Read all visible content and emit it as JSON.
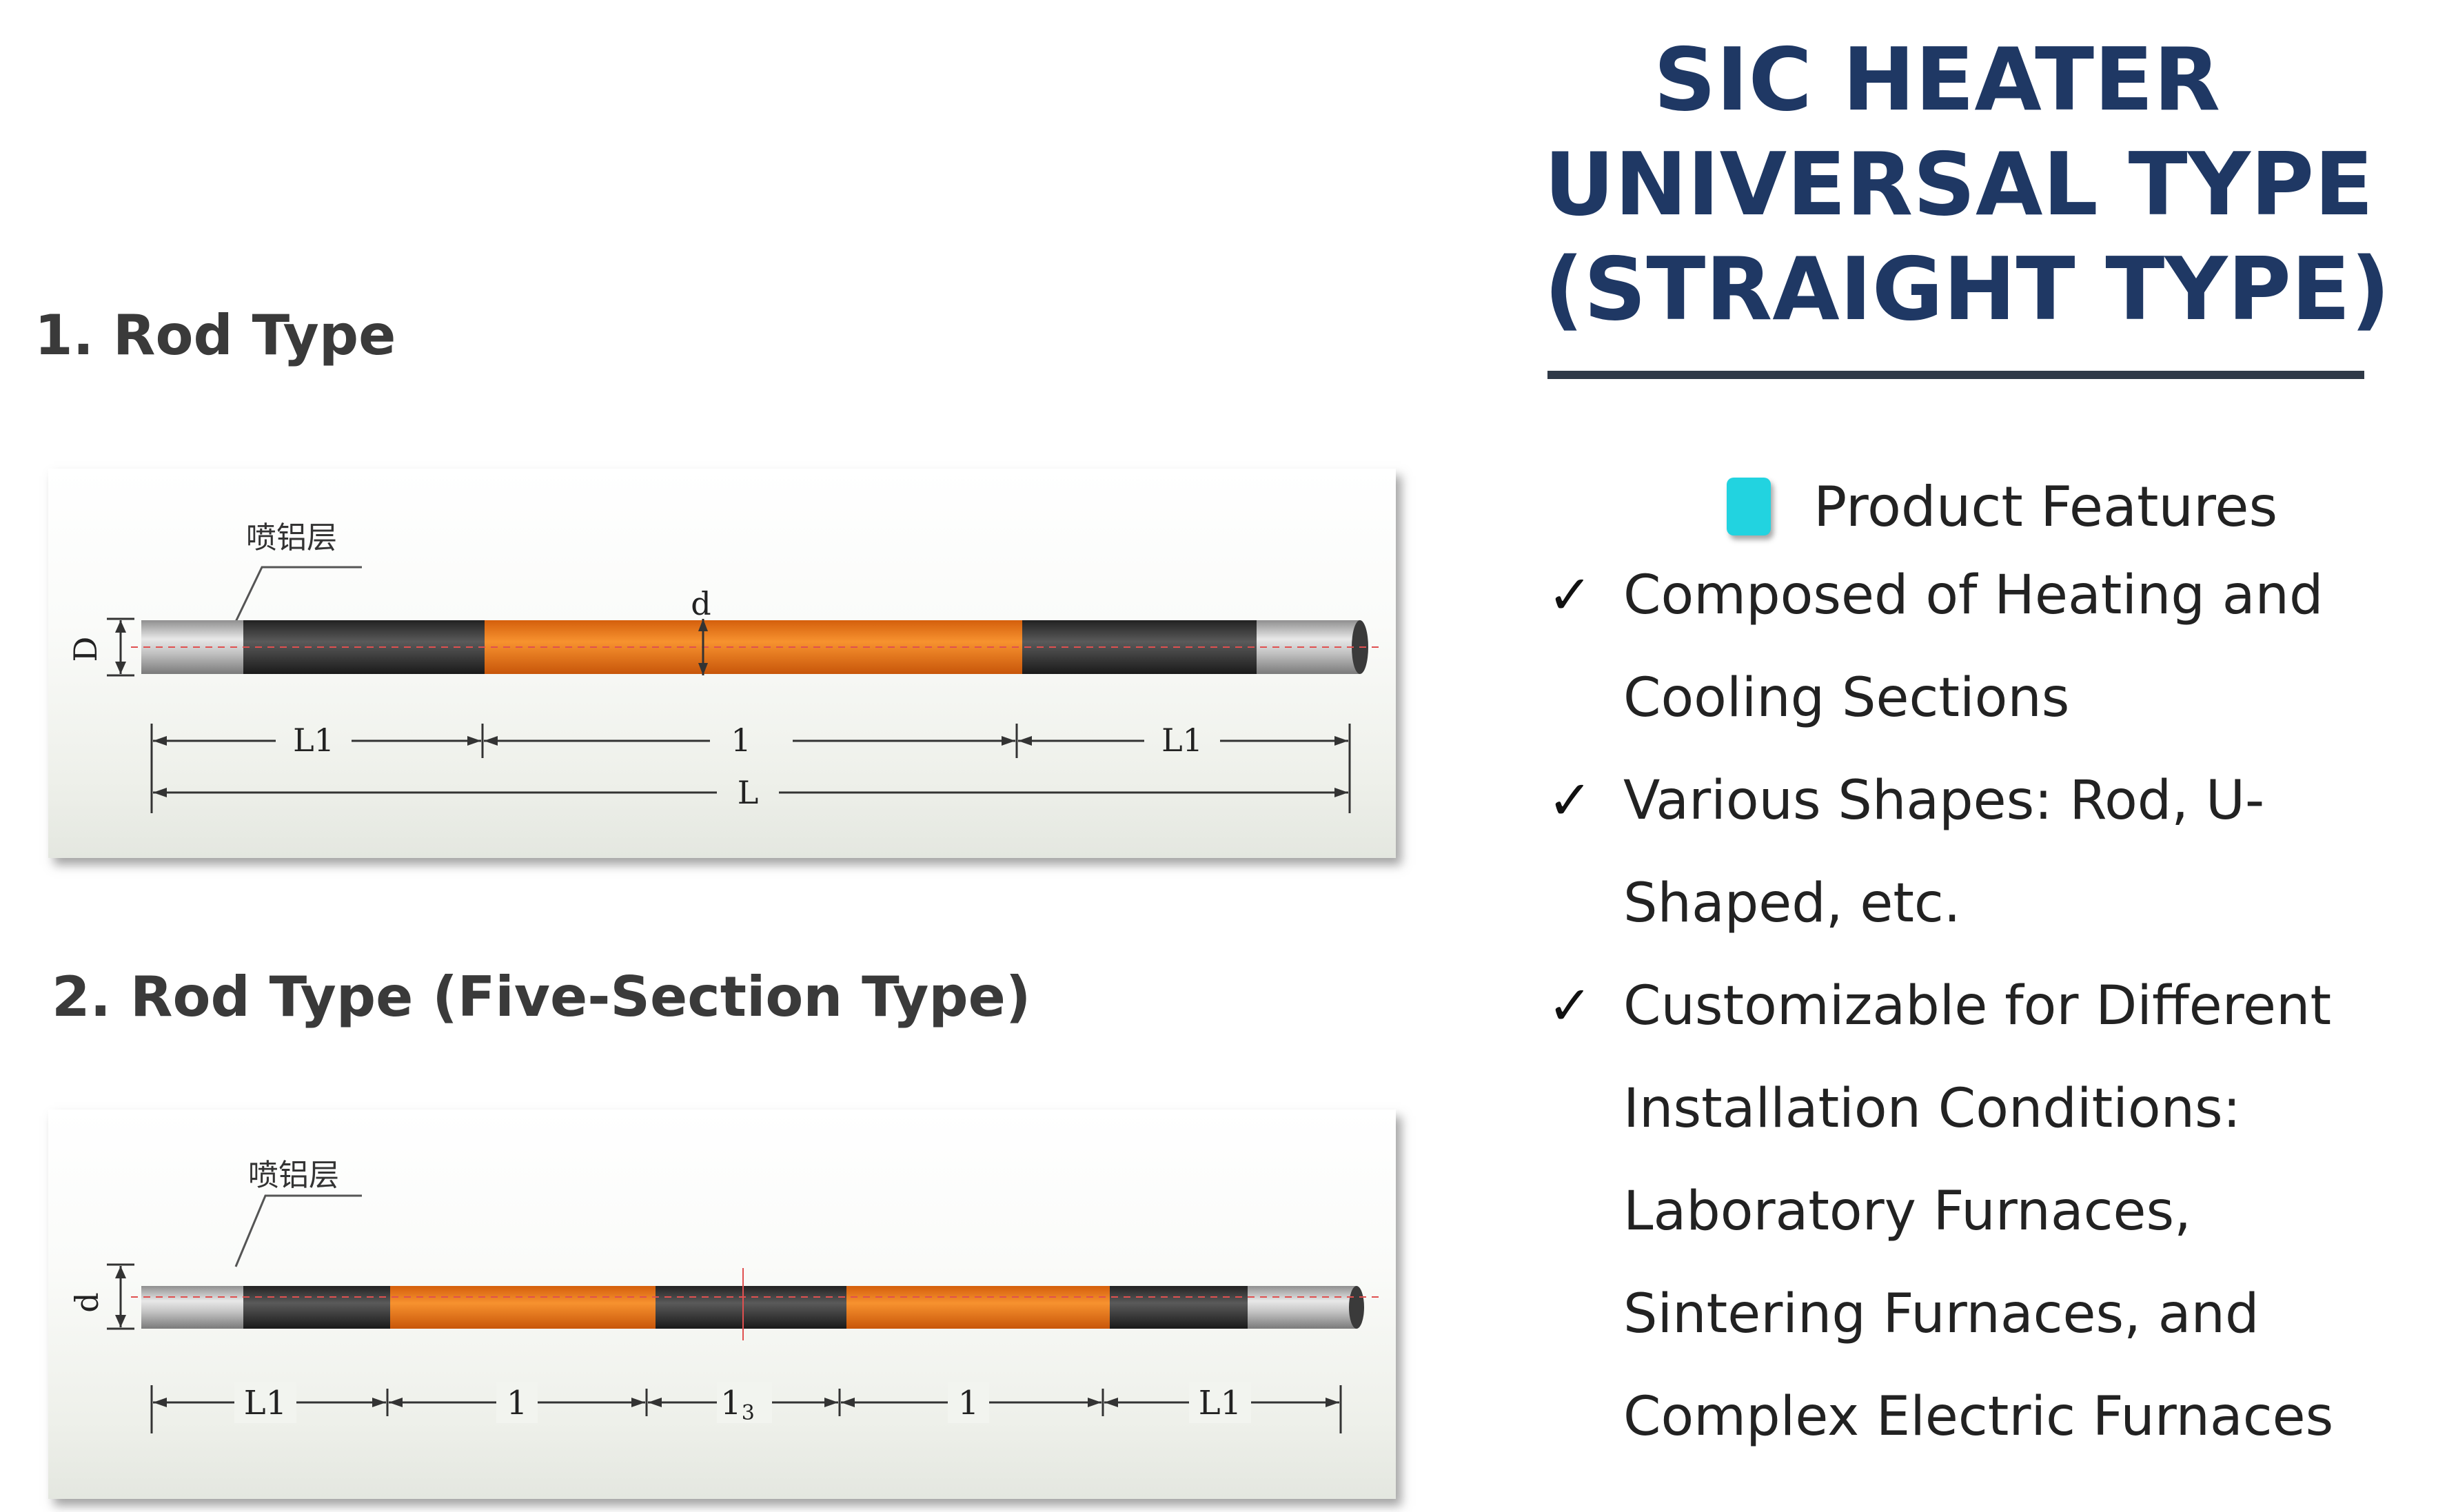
{
  "sections": [
    {
      "heading": "1. Rod Type",
      "diagram": {
        "coating_label": "喷铝层",
        "diameter_label": "D",
        "core_label": "d",
        "dim_labels": [
          "L1",
          "1",
          "L1"
        ],
        "total_label": "L"
      }
    },
    {
      "heading": "2. Rod Type (Five-Section Type)",
      "diagram": {
        "coating_label": "喷铝层",
        "diameter_label": "d",
        "dim_labels": [
          "L1",
          "1",
          "1",
          "1",
          "L1"
        ],
        "middle_sub": "3"
      }
    }
  ],
  "title": {
    "line1": "SIC HEATER",
    "line2": "UNIVERSAL TYPE",
    "line3": "(STRAIGHT TYPE)"
  },
  "features": {
    "heading": "Product Features",
    "items": [
      "Composed of Heating and Cooling Sections",
      "Various Shapes: Rod, U-Shaped, etc.",
      "Customizable for Different Installation Conditions: Laboratory Furnaces, Sintering Furnaces, and Complex Electric Furnaces"
    ],
    "check_icon": "check-icon",
    "accent_color": "#22d3e0"
  },
  "colors": {
    "title": "#1f3864",
    "heating_section": "#f07c1e",
    "cooling_section": "#3c3c3c",
    "aluminum_end": "#c9c9c9"
  }
}
